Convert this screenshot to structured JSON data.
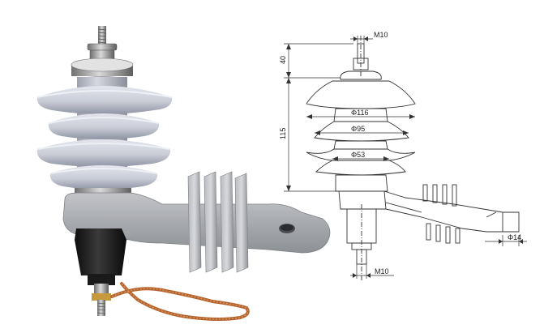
{
  "photo": {
    "subject": "surge-arrester-product-photo",
    "colors": {
      "porcelain": "#c9ccd6",
      "porcelain_shadow": "#8e93a3",
      "bracket": "#a9acb1",
      "base": "#1e1e1e",
      "copper": "#b5642e",
      "metal": "#9a9a9a"
    }
  },
  "drawing": {
    "dimensions": {
      "top_stud": "M10",
      "top_height": "40",
      "body_height": "115",
      "shed_large": "Φ116",
      "shed_medium": "Φ95",
      "shed_small": "Φ53",
      "bottom_stud": "M10",
      "mount_hole": "Φ14"
    },
    "line_color": "#333333"
  }
}
